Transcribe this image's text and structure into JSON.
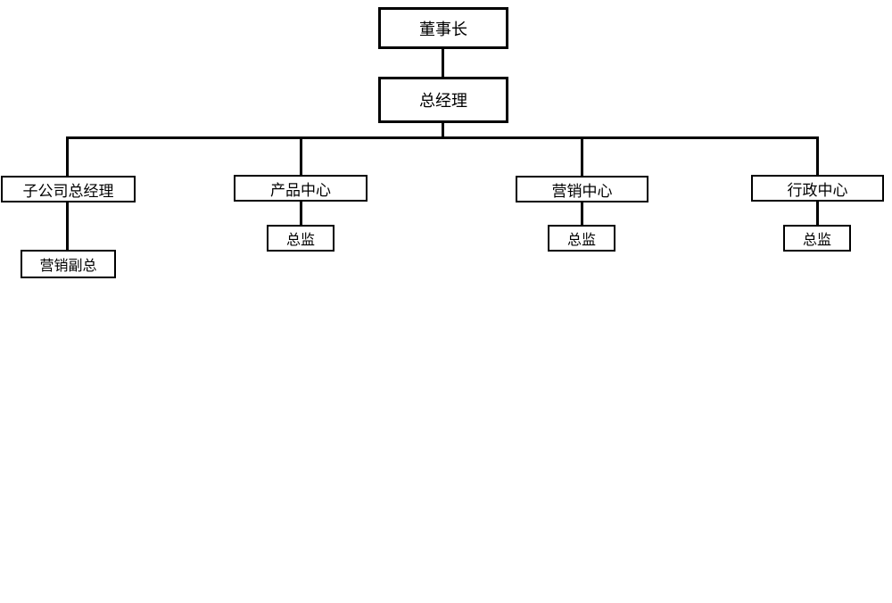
{
  "org_chart": {
    "type": "org-tree",
    "root": "董事长",
    "level2": "总经理",
    "branches": [
      {
        "label": "子公司总经理",
        "child": "营销副总"
      },
      {
        "label": "产品中心",
        "child": "总监"
      },
      {
        "label": "营销中心",
        "child": "总监"
      },
      {
        "label": "行政中心",
        "child": "总监"
      }
    ],
    "line_color": "#000000",
    "box_fill": "#ffffff",
    "box_border": "#000000"
  }
}
